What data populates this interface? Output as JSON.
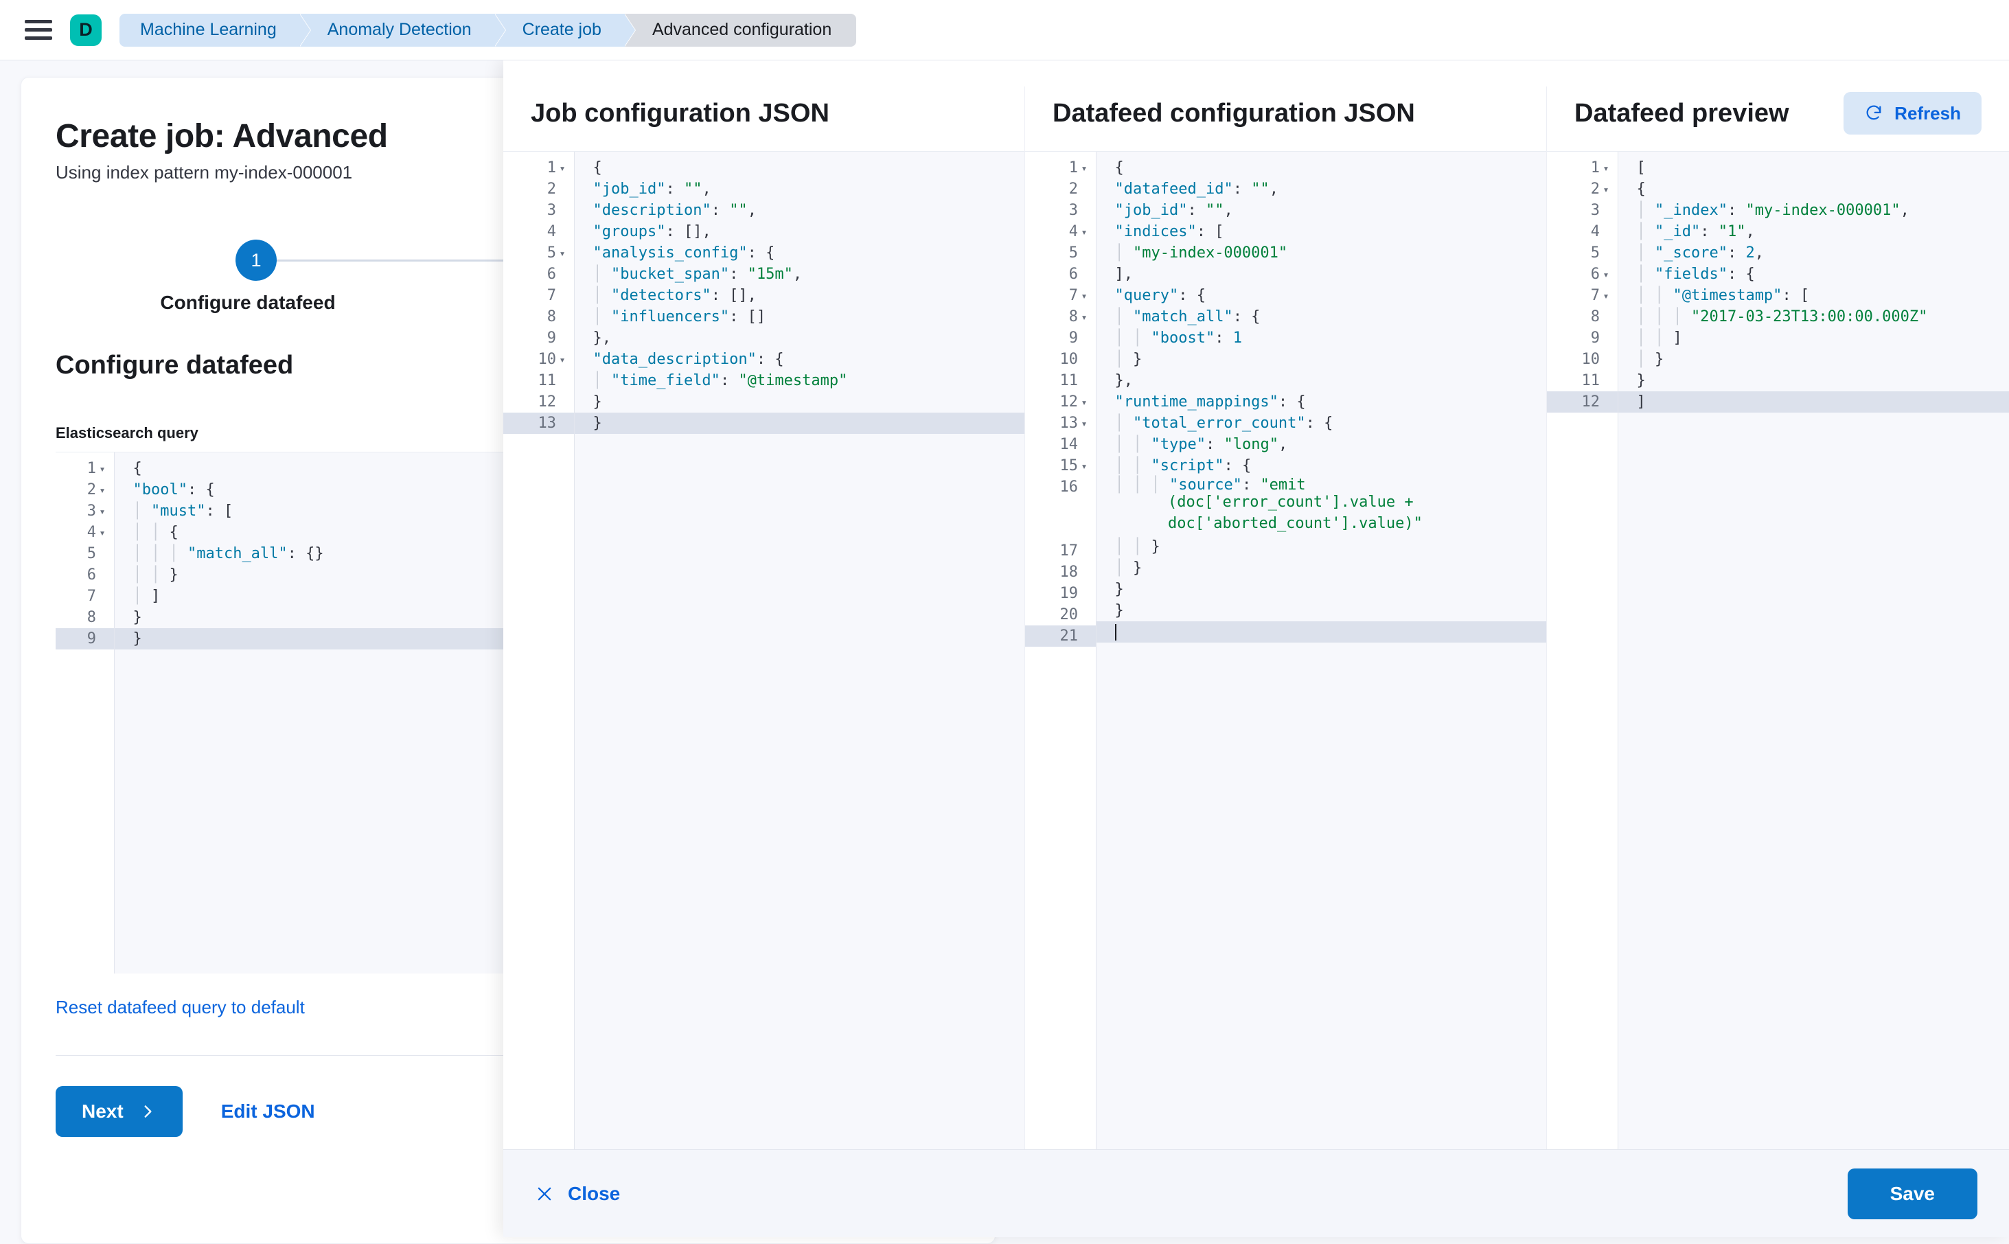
{
  "topbar": {
    "menu_icon": "hamburger-menu-icon",
    "logo_letter": "D",
    "breadcrumbs": [
      {
        "label": "Machine Learning",
        "active": false
      },
      {
        "label": "Anomaly Detection",
        "active": false
      },
      {
        "label": "Create job",
        "active": false
      },
      {
        "label": "Advanced configuration",
        "active": true
      }
    ]
  },
  "left_page": {
    "title": "Create job: Advanced",
    "subtitle": "Using index pattern my-index-000001",
    "step": {
      "number": "1",
      "label": "Configure datafeed"
    },
    "section_heading": "Configure datafeed",
    "query_field_label": "Elasticsearch query",
    "reset_link": "Reset datafeed query to default",
    "next_button": "Next",
    "next_icon": "chevron-right-icon",
    "edit_json_button": "Edit JSON",
    "query_editor": {
      "active_line": 9,
      "lines": [
        {
          "n": 1,
          "fold": true,
          "indent": 0,
          "tokens": [
            {
              "t": "p",
              "v": "{"
            }
          ]
        },
        {
          "n": 2,
          "fold": true,
          "indent": 1,
          "tokens": [
            {
              "t": "k",
              "v": "\"bool\""
            },
            {
              "t": "p",
              "v": ": {"
            }
          ]
        },
        {
          "n": 3,
          "fold": true,
          "indent": 2,
          "tokens": [
            {
              "t": "k",
              "v": "\"must\""
            },
            {
              "t": "p",
              "v": ": ["
            }
          ]
        },
        {
          "n": 4,
          "fold": true,
          "indent": 3,
          "tokens": [
            {
              "t": "p",
              "v": "{"
            }
          ]
        },
        {
          "n": 5,
          "fold": false,
          "indent": 4,
          "tokens": [
            {
              "t": "k",
              "v": "\"match_all\""
            },
            {
              "t": "p",
              "v": ": {}"
            }
          ]
        },
        {
          "n": 6,
          "fold": false,
          "indent": 3,
          "tokens": [
            {
              "t": "p",
              "v": "}"
            }
          ]
        },
        {
          "n": 7,
          "fold": false,
          "indent": 2,
          "tokens": [
            {
              "t": "p",
              "v": "]"
            }
          ]
        },
        {
          "n": 8,
          "fold": false,
          "indent": 1,
          "tokens": [
            {
              "t": "p",
              "v": "}"
            }
          ]
        },
        {
          "n": 9,
          "fold": false,
          "indent": 0,
          "tokens": [
            {
              "t": "p",
              "v": "}"
            }
          ]
        }
      ]
    }
  },
  "flyout": {
    "columns": [
      {
        "title": "Job configuration JSON",
        "name": "job-configuration-json",
        "editor": {
          "active_line": 13,
          "lines": [
            {
              "n": 1,
              "fold": true,
              "indent": 0,
              "tokens": [
                {
                  "t": "p",
                  "v": "{"
                }
              ]
            },
            {
              "n": 2,
              "fold": false,
              "indent": 1,
              "tokens": [
                {
                  "t": "k",
                  "v": "\"job_id\""
                },
                {
                  "t": "p",
                  "v": ": "
                },
                {
                  "t": "s",
                  "v": "\"\""
                },
                {
                  "t": "p",
                  "v": ","
                }
              ]
            },
            {
              "n": 3,
              "fold": false,
              "indent": 1,
              "tokens": [
                {
                  "t": "k",
                  "v": "\"description\""
                },
                {
                  "t": "p",
                  "v": ": "
                },
                {
                  "t": "s",
                  "v": "\"\""
                },
                {
                  "t": "p",
                  "v": ","
                }
              ]
            },
            {
              "n": 4,
              "fold": false,
              "indent": 1,
              "tokens": [
                {
                  "t": "k",
                  "v": "\"groups\""
                },
                {
                  "t": "p",
                  "v": ": [],"
                }
              ]
            },
            {
              "n": 5,
              "fold": true,
              "indent": 1,
              "tokens": [
                {
                  "t": "k",
                  "v": "\"analysis_config\""
                },
                {
                  "t": "p",
                  "v": ": {"
                }
              ]
            },
            {
              "n": 6,
              "fold": false,
              "indent": 2,
              "tokens": [
                {
                  "t": "k",
                  "v": "\"bucket_span\""
                },
                {
                  "t": "p",
                  "v": ": "
                },
                {
                  "t": "s",
                  "v": "\"15m\""
                },
                {
                  "t": "p",
                  "v": ","
                }
              ]
            },
            {
              "n": 7,
              "fold": false,
              "indent": 2,
              "tokens": [
                {
                  "t": "k",
                  "v": "\"detectors\""
                },
                {
                  "t": "p",
                  "v": ": [],"
                }
              ]
            },
            {
              "n": 8,
              "fold": false,
              "indent": 2,
              "tokens": [
                {
                  "t": "k",
                  "v": "\"influencers\""
                },
                {
                  "t": "p",
                  "v": ": []"
                }
              ]
            },
            {
              "n": 9,
              "fold": false,
              "indent": 1,
              "tokens": [
                {
                  "t": "p",
                  "v": "},"
                }
              ]
            },
            {
              "n": 10,
              "fold": true,
              "indent": 1,
              "tokens": [
                {
                  "t": "k",
                  "v": "\"data_description\""
                },
                {
                  "t": "p",
                  "v": ": {"
                }
              ]
            },
            {
              "n": 11,
              "fold": false,
              "indent": 2,
              "tokens": [
                {
                  "t": "k",
                  "v": "\"time_field\""
                },
                {
                  "t": "p",
                  "v": ": "
                },
                {
                  "t": "s",
                  "v": "\"@timestamp\""
                }
              ]
            },
            {
              "n": 12,
              "fold": false,
              "indent": 1,
              "tokens": [
                {
                  "t": "p",
                  "v": "}"
                }
              ]
            },
            {
              "n": 13,
              "fold": false,
              "indent": 0,
              "tokens": [
                {
                  "t": "p",
                  "v": "}"
                }
              ]
            }
          ]
        }
      },
      {
        "title": "Datafeed configuration JSON",
        "name": "datafeed-configuration-json",
        "editor": {
          "active_line": 21,
          "lines": [
            {
              "n": 1,
              "fold": true,
              "indent": 0,
              "tokens": [
                {
                  "t": "p",
                  "v": "{"
                }
              ]
            },
            {
              "n": 2,
              "fold": false,
              "indent": 1,
              "tokens": [
                {
                  "t": "k",
                  "v": "\"datafeed_id\""
                },
                {
                  "t": "p",
                  "v": ": "
                },
                {
                  "t": "s",
                  "v": "\"\""
                },
                {
                  "t": "p",
                  "v": ","
                }
              ]
            },
            {
              "n": 3,
              "fold": false,
              "indent": 1,
              "tokens": [
                {
                  "t": "k",
                  "v": "\"job_id\""
                },
                {
                  "t": "p",
                  "v": ": "
                },
                {
                  "t": "s",
                  "v": "\"\""
                },
                {
                  "t": "p",
                  "v": ","
                }
              ]
            },
            {
              "n": 4,
              "fold": true,
              "indent": 1,
              "tokens": [
                {
                  "t": "k",
                  "v": "\"indices\""
                },
                {
                  "t": "p",
                  "v": ": ["
                }
              ]
            },
            {
              "n": 5,
              "fold": false,
              "indent": 2,
              "tokens": [
                {
                  "t": "s",
                  "v": "\"my-index-000001\""
                }
              ]
            },
            {
              "n": 6,
              "fold": false,
              "indent": 1,
              "tokens": [
                {
                  "t": "p",
                  "v": "],"
                }
              ]
            },
            {
              "n": 7,
              "fold": true,
              "indent": 1,
              "tokens": [
                {
                  "t": "k",
                  "v": "\"query\""
                },
                {
                  "t": "p",
                  "v": ": {"
                }
              ]
            },
            {
              "n": 8,
              "fold": true,
              "indent": 2,
              "tokens": [
                {
                  "t": "k",
                  "v": "\"match_all\""
                },
                {
                  "t": "p",
                  "v": ": {"
                }
              ]
            },
            {
              "n": 9,
              "fold": false,
              "indent": 3,
              "tokens": [
                {
                  "t": "k",
                  "v": "\"boost\""
                },
                {
                  "t": "p",
                  "v": ": "
                },
                {
                  "t": "n",
                  "v": "1"
                }
              ]
            },
            {
              "n": 10,
              "fold": false,
              "indent": 2,
              "tokens": [
                {
                  "t": "p",
                  "v": "}"
                }
              ]
            },
            {
              "n": 11,
              "fold": false,
              "indent": 1,
              "tokens": [
                {
                  "t": "p",
                  "v": "},"
                }
              ]
            },
            {
              "n": 12,
              "fold": true,
              "indent": 1,
              "tokens": [
                {
                  "t": "k",
                  "v": "\"runtime_mappings\""
                },
                {
                  "t": "p",
                  "v": ": {"
                }
              ]
            },
            {
              "n": 13,
              "fold": true,
              "indent": 2,
              "tokens": [
                {
                  "t": "k",
                  "v": "\"total_error_count\""
                },
                {
                  "t": "p",
                  "v": ": {"
                }
              ]
            },
            {
              "n": 14,
              "fold": false,
              "indent": 3,
              "tokens": [
                {
                  "t": "k",
                  "v": "\"type\""
                },
                {
                  "t": "p",
                  "v": ": "
                },
                {
                  "t": "s",
                  "v": "\"long\""
                },
                {
                  "t": "p",
                  "v": ","
                }
              ]
            },
            {
              "n": 15,
              "fold": true,
              "indent": 3,
              "tokens": [
                {
                  "t": "k",
                  "v": "\"script\""
                },
                {
                  "t": "p",
                  "v": ": {"
                }
              ]
            },
            {
              "n": 16,
              "fold": false,
              "indent": 4,
              "wrapped": true,
              "tokens": [
                {
                  "t": "k",
                  "v": "\"source\""
                },
                {
                  "t": "p",
                  "v": ": "
                },
                {
                  "t": "s",
                  "v": "\"emit"
                }
              ],
              "wrap_lines": [
                "(doc['error_count'].value +",
                "doc['aborted_count'].value)\""
              ]
            },
            {
              "n": 17,
              "fold": false,
              "indent": 3,
              "tokens": [
                {
                  "t": "p",
                  "v": "}"
                }
              ]
            },
            {
              "n": 18,
              "fold": false,
              "indent": 2,
              "tokens": [
                {
                  "t": "p",
                  "v": "}"
                }
              ]
            },
            {
              "n": 19,
              "fold": false,
              "indent": 1,
              "tokens": [
                {
                  "t": "p",
                  "v": "}"
                }
              ]
            },
            {
              "n": 20,
              "fold": false,
              "indent": 0,
              "tokens": [
                {
                  "t": "p",
                  "v": "}"
                }
              ]
            },
            {
              "n": 21,
              "fold": false,
              "indent": 0,
              "tokens": [],
              "caret": true
            }
          ]
        }
      },
      {
        "title": "Datafeed preview",
        "name": "datafeed-preview",
        "refresh_button": "Refresh",
        "refresh_icon": "refresh-icon",
        "editor": {
          "active_line": 12,
          "lines": [
            {
              "n": 1,
              "fold": true,
              "indent": 0,
              "tokens": [
                {
                  "t": "p",
                  "v": "["
                }
              ]
            },
            {
              "n": 2,
              "fold": true,
              "indent": 1,
              "tokens": [
                {
                  "t": "p",
                  "v": "{"
                }
              ]
            },
            {
              "n": 3,
              "fold": false,
              "indent": 2,
              "tokens": [
                {
                  "t": "k",
                  "v": "\"_index\""
                },
                {
                  "t": "p",
                  "v": ": "
                },
                {
                  "t": "s",
                  "v": "\"my-index-000001\""
                },
                {
                  "t": "p",
                  "v": ","
                }
              ]
            },
            {
              "n": 4,
              "fold": false,
              "indent": 2,
              "tokens": [
                {
                  "t": "k",
                  "v": "\"_id\""
                },
                {
                  "t": "p",
                  "v": ": "
                },
                {
                  "t": "s",
                  "v": "\"1\""
                },
                {
                  "t": "p",
                  "v": ","
                }
              ]
            },
            {
              "n": 5,
              "fold": false,
              "indent": 2,
              "tokens": [
                {
                  "t": "k",
                  "v": "\"_score\""
                },
                {
                  "t": "p",
                  "v": ": "
                },
                {
                  "t": "n",
                  "v": "2"
                },
                {
                  "t": "p",
                  "v": ","
                }
              ]
            },
            {
              "n": 6,
              "fold": true,
              "indent": 2,
              "tokens": [
                {
                  "t": "k",
                  "v": "\"fields\""
                },
                {
                  "t": "p",
                  "v": ": {"
                }
              ]
            },
            {
              "n": 7,
              "fold": true,
              "indent": 3,
              "tokens": [
                {
                  "t": "k",
                  "v": "\"@timestamp\""
                },
                {
                  "t": "p",
                  "v": ": ["
                }
              ]
            },
            {
              "n": 8,
              "fold": false,
              "indent": 4,
              "tokens": [
                {
                  "t": "s",
                  "v": "\"2017-03-23T13:00:00.000Z\""
                }
              ]
            },
            {
              "n": 9,
              "fold": false,
              "indent": 3,
              "tokens": [
                {
                  "t": "p",
                  "v": "]"
                }
              ]
            },
            {
              "n": 10,
              "fold": false,
              "indent": 2,
              "tokens": [
                {
                  "t": "p",
                  "v": "}"
                }
              ]
            },
            {
              "n": 11,
              "fold": false,
              "indent": 1,
              "tokens": [
                {
                  "t": "p",
                  "v": "}"
                }
              ]
            },
            {
              "n": 12,
              "fold": false,
              "indent": 0,
              "tokens": [
                {
                  "t": "p",
                  "v": "]"
                }
              ]
            }
          ]
        }
      }
    ],
    "footer": {
      "close_label": "Close",
      "close_icon": "close-x-icon",
      "save_label": "Save"
    }
  },
  "colors": {
    "accent_blue": "#0B77C8",
    "link_blue": "#0B64DD",
    "brand_teal": "#00BFB3",
    "crumb_blue": "#D3E4F7",
    "crumb_active": "#D9DCE2",
    "code_key": "#0079A5",
    "code_string": "#00803B",
    "editor_bg": "#F7F8FC",
    "active_line": "#DCE1EC"
  }
}
